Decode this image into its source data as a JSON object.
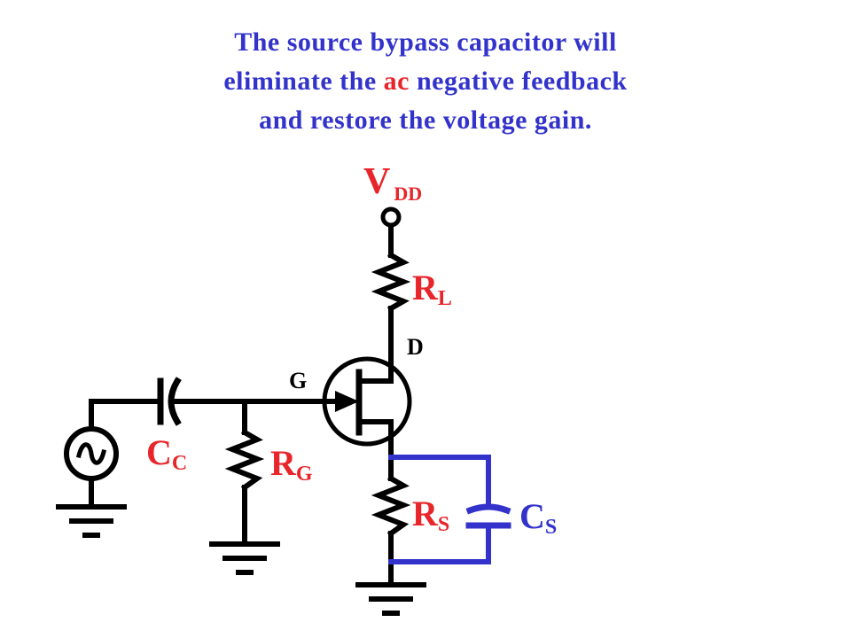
{
  "colors": {
    "text_blue": "#3333CC",
    "accent_red": "#E8252A",
    "label_red": "#E8252A",
    "wire_black": "#000000",
    "bypass_blue": "#3333CC"
  },
  "caption": {
    "line1": "The source bypass capacitor will",
    "line2_a": "eliminate the ",
    "line2_ac": "ac",
    "line2_b": " negative feedback",
    "line3": "and restore the voltage gain."
  },
  "labels": {
    "vdd_main": "V",
    "vdd_sub": "DD",
    "rl_main": "R",
    "rl_sub": "L",
    "d": "D",
    "g": "G",
    "cc_main": "C",
    "cc_sub": "C",
    "rg_main": "R",
    "rg_sub": "G",
    "rs_main": "R",
    "rs_sub": "S",
    "cs_main": "C",
    "cs_sub": "S"
  },
  "icons": {
    "source": "ac-source-icon",
    "ground": "ground-icon",
    "resistor": "resistor-icon",
    "capacitor": "capacitor-icon",
    "transistor": "jfet-icon"
  }
}
